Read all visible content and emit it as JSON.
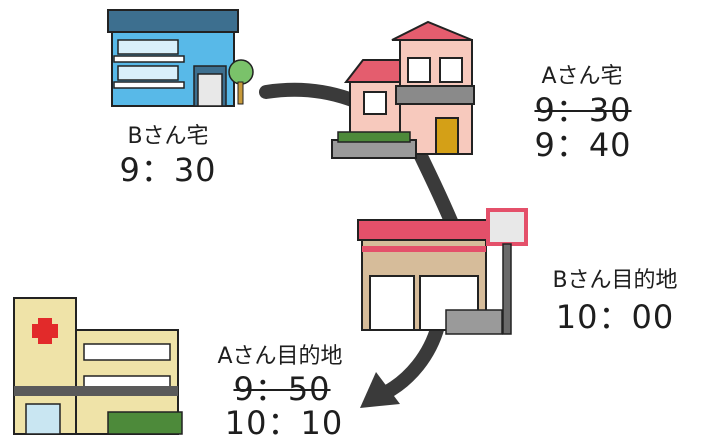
{
  "labels": {
    "b_home": {
      "name": "Bさん宅",
      "time": "9：30"
    },
    "a_home": {
      "name": "Aさん宅",
      "time_old": "9：30",
      "time_new": "9：40"
    },
    "b_destination": {
      "name": "Bさん目的地",
      "time": "10：00"
    },
    "a_destination": {
      "name": "Aさん目的地",
      "time_old": "9：50",
      "time_new": "10：10"
    }
  },
  "colors": {
    "route_arrow": "#3a3a3a",
    "b_home_wall": "#58b9e8",
    "b_home_roof": "#3d6f8f",
    "a_home_wall": "#f7c9bd",
    "a_home_roof": "#e45d6e",
    "shop_stripe": "#e4506a",
    "shop_wall": "#d6bc9a",
    "hospital_wall": "#efe3a8",
    "hospital_cross": "#e22a2a"
  },
  "icons": {
    "b_home": "apartment-building-icon",
    "a_home": "house-icon",
    "b_destination": "convenience-store-icon",
    "a_destination": "hospital-icon"
  }
}
